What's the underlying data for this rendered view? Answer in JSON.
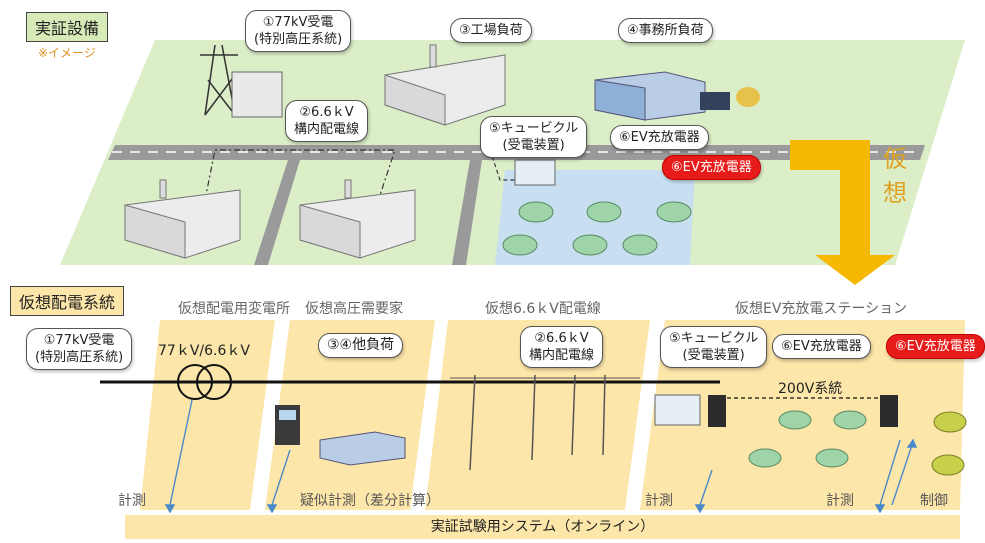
{
  "top": {
    "tag": "実証設備",
    "note": "※イメージ",
    "callouts": {
      "c1_line1": "①77kV受電",
      "c1_line2": "(特別高圧系統)",
      "c3": "③工場負荷",
      "c4": "④事務所負荷",
      "c2_line1": "②6.6ｋV",
      "c2_line2": "構内配電線",
      "c5_line1": "⑤キュービクル",
      "c5_line2": "(受電装置)",
      "c6": "⑥EV充放電器",
      "c6_red": "⑥EV充放電器"
    }
  },
  "arrow_label": [
    "仮",
    "想"
  ],
  "bottom": {
    "tag": "仮想配電系統",
    "sections": {
      "substation": "仮想配電用変電所",
      "customer": "仮想高圧需要家",
      "line": "仮想6.6ｋV配電線",
      "station": "仮想EV充放電ステーション"
    },
    "callouts": {
      "c1_line1": "①77kV受電",
      "c1_line2": "(特別高圧系統)",
      "c34": "③④他負荷",
      "c2_line1": "②6.6ｋV",
      "c2_line2": "構内配電線",
      "c5_line1": "⑤キュービクル",
      "c5_line2": "(受電装置)",
      "c6": "⑥EV充放電器",
      "c6_red": "⑥EV充放電器"
    },
    "transformer_label": "77ｋV/6.6ｋV",
    "system_200v": "200V系統",
    "measure_labels": {
      "m1": "計測",
      "m2": "疑似計測（差分計算）",
      "m3": "計測",
      "m4": "計測",
      "control": "制御"
    },
    "bar": "実証試験用システム（オンライン）"
  },
  "colors": {
    "plane_green": "#dbeec8",
    "road_gray": "#9a9a9a",
    "panel_yellow": "#fde6a9",
    "arrow_gold": "#f6b800",
    "red": "#e81b1b",
    "car_green": "#9fd4a8",
    "car_lime": "#c8cf4a"
  }
}
